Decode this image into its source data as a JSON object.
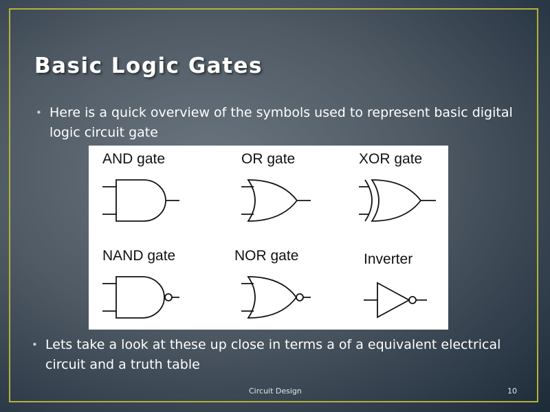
{
  "slide": {
    "title": "Basic Logic Gates",
    "bullets": [
      "Here is a quick overview of the symbols used to represent basic digital logic circuit gate",
      "Lets take a look at these up close in terms a of a equivalent electrical circuit and a truth table"
    ],
    "bullet_glyph": "•",
    "figure": {
      "labels": [
        "AND gate",
        "OR gate",
        "XOR gate",
        "NAND gate",
        "NOR gate",
        "Inverter"
      ]
    },
    "footer": {
      "text": "Circuit Design",
      "page_number": "10"
    },
    "colors": {
      "border": "#b4b43a",
      "text": "#ffffff"
    }
  }
}
